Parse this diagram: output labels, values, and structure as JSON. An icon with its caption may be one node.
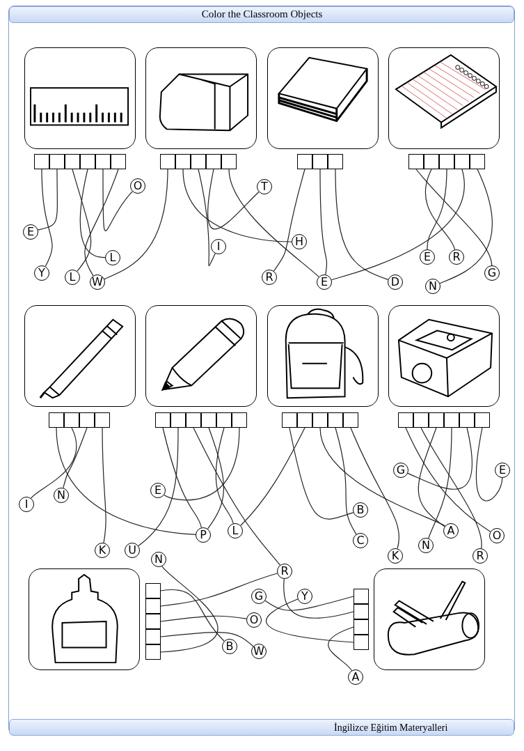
{
  "diagram": {
    "title": "Color the Classroom Objects",
    "nodes": [
      {
        "text": [],
        "shape": "picture"
      },
      {
        "text": [],
        "shape": "picture"
      },
      {
        "text": [],
        "shape": "picture"
      },
      {
        "text": [],
        "shape": "picture"
      },
      {
        "text": [],
        "shape": "box"
      },
      {
        "text": [],
        "shape": "box"
      },
      {
        "text": [],
        "shape": "box"
      },
      {
        "text": [],
        "shape": "box"
      },
      {
        "text": [],
        "shape": "box"
      },
      {
        "text": [],
        "shape": "box"
      },
      {
        "text": [],
        "shape": "box"
      },
      {
        "text": [],
        "shape": "box"
      },
      {
        "text": [],
        "shape": "box"
      },
      {
        "text": [],
        "shape": "box"
      },
      {
        "text": [],
        "shape": "box"
      },
      {
        "text": [],
        "shape": "box"
      },
      {
        "text": [],
        "shape": "box"
      },
      {
        "text": [],
        "shape": "box"
      },
      {
        "text": [],
        "shape": "box"
      },
      {
        "text": [],
        "shape": "box"
      },
      {
        "text": [],
        "shape": "box"
      },
      {
        "text": [],
        "shape": "box"
      },
      {
        "text": [],
        "shape": "box"
      },
      {
        "text": [
          "O"
        ]
      },
      {
        "text": [
          "E"
        ]
      },
      {
        "text": [
          "Y"
        ]
      },
      {
        "text": [
          "L"
        ]
      },
      {
        "text": [
          "L"
        ]
      },
      {
        "text": [
          "W"
        ]
      },
      {
        "text": [
          "T"
        ]
      },
      {
        "text": [
          "I"
        ]
      },
      {
        "text": [
          "H"
        ]
      },
      {
        "text": [
          "R"
        ]
      },
      {
        "text": [
          "E"
        ]
      },
      {
        "text": [
          "D"
        ]
      },
      {
        "text": [
          "E"
        ]
      },
      {
        "text": [
          "R"
        ]
      },
      {
        "text": [
          "G"
        ]
      },
      {
        "text": [
          "N"
        ]
      },
      {
        "text": [],
        "shape": "picture"
      },
      {
        "text": [],
        "shape": "picture"
      },
      {
        "text": [],
        "shape": "picture"
      },
      {
        "text": [],
        "shape": "picture"
      },
      {
        "text": [],
        "shape": "box"
      },
      {
        "text": [],
        "shape": "box"
      },
      {
        "text": [],
        "shape": "box"
      },
      {
        "text": [],
        "shape": "box"
      },
      {
        "text": [],
        "shape": "box"
      },
      {
        "text": [],
        "shape": "box"
      },
      {
        "text": [],
        "shape": "box"
      },
      {
        "text": [],
        "shape": "box"
      },
      {
        "text": [],
        "shape": "box"
      },
      {
        "text": [],
        "shape": "box"
      },
      {
        "text": [],
        "shape": "box"
      },
      {
        "text": [],
        "shape": "box"
      },
      {
        "text": [],
        "shape": "box"
      },
      {
        "text": [],
        "shape": "box"
      },
      {
        "text": [],
        "shape": "box"
      },
      {
        "text": [],
        "shape": "box"
      },
      {
        "text": [],
        "shape": "box"
      },
      {
        "text": [],
        "shape": "box"
      },
      {
        "text": [],
        "shape": "box"
      },
      {
        "text": [],
        "shape": "box"
      },
      {
        "text": [],
        "shape": "box"
      },
      {
        "text": [
          "I"
        ]
      },
      {
        "text": [
          "N"
        ]
      },
      {
        "text": [
          "E"
        ]
      },
      {
        "text": [
          "K"
        ]
      },
      {
        "text": [
          "U"
        ]
      },
      {
        "text": [
          "P"
        ]
      },
      {
        "text": [
          "L"
        ]
      },
      {
        "text": [
          "B"
        ]
      },
      {
        "text": [
          "C"
        ]
      },
      {
        "text": [
          "K"
        ]
      },
      {
        "text": [
          "G"
        ]
      },
      {
        "text": [
          "E"
        ]
      },
      {
        "text": [
          "A"
        ]
      },
      {
        "text": [
          "N"
        ]
      },
      {
        "text": [
          "O"
        ]
      },
      {
        "text": [
          "R"
        ]
      },
      {
        "text": [],
        "shape": "picture"
      },
      {
        "text": [],
        "shape": "picture"
      },
      {
        "text": [],
        "shape": "box"
      },
      {
        "text": [],
        "shape": "box"
      },
      {
        "text": [],
        "shape": "box"
      },
      {
        "text": [],
        "shape": "box"
      },
      {
        "text": [],
        "shape": "box"
      },
      {
        "text": [],
        "shape": "box"
      },
      {
        "text": [],
        "shape": "box"
      },
      {
        "text": [],
        "shape": "box"
      },
      {
        "text": [],
        "shape": "box"
      },
      {
        "text": [
          "N"
        ]
      },
      {
        "text": [
          "R"
        ]
      },
      {
        "text": [
          "G"
        ]
      },
      {
        "text": [
          "Y"
        ]
      },
      {
        "text": [
          "O"
        ]
      },
      {
        "text": [
          "B"
        ]
      },
      {
        "text": [
          "W"
        ]
      },
      {
        "text": [
          "A"
        ]
      }
    ],
    "edges": [
      {
        "from": 25,
        "to": 4,
        "arrow": "none"
      },
      {
        "from": 24,
        "to": 5,
        "arrow": "none"
      },
      {
        "from": 26,
        "to": 6,
        "arrow": "none"
      },
      {
        "from": 27,
        "to": 7,
        "arrow": "none"
      },
      {
        "from": 23,
        "to": 8,
        "arrow": "none"
      },
      {
        "from": 28,
        "to": 9,
        "arrow": "none"
      },
      {
        "from": 28,
        "to": 10,
        "arrow": "none"
      },
      {
        "from": 31,
        "to": 11,
        "arrow": "none"
      },
      {
        "from": 30,
        "to": 12,
        "arrow": "none"
      },
      {
        "from": 29,
        "to": 13,
        "arrow": "none"
      },
      {
        "from": 33,
        "to": 14,
        "arrow": "none"
      },
      {
        "from": 32,
        "to": 15,
        "arrow": "none"
      },
      {
        "from": 33,
        "to": 16,
        "arrow": "none"
      },
      {
        "from": 34,
        "to": 17,
        "arrow": "none"
      },
      {
        "from": 37,
        "to": 18,
        "arrow": "none"
      },
      {
        "from": 36,
        "to": 19,
        "arrow": "none"
      },
      {
        "from": 35,
        "to": 20,
        "arrow": "none"
      },
      {
        "from": 33,
        "to": 21,
        "arrow": "none"
      },
      {
        "from": 38,
        "to": 22,
        "arrow": "none"
      },
      {
        "from": 69,
        "to": 43,
        "arrow": "none"
      },
      {
        "from": 64,
        "to": 44,
        "arrow": "none"
      },
      {
        "from": 65,
        "to": 45,
        "arrow": "none"
      },
      {
        "from": 67,
        "to": 46,
        "arrow": "none"
      },
      {
        "from": 69,
        "to": 47,
        "arrow": "none"
      },
      {
        "from": 68,
        "to": 48,
        "arrow": "none"
      },
      {
        "from": 92,
        "to": 49,
        "arrow": "none"
      },
      {
        "from": 69,
        "to": 50,
        "arrow": "none"
      },
      {
        "from": 70,
        "to": 51,
        "arrow": "none"
      },
      {
        "from": 66,
        "to": 52,
        "arrow": "none"
      },
      {
        "from": 71,
        "to": 53,
        "arrow": "none"
      },
      {
        "from": 70,
        "to": 54,
        "arrow": "none"
      },
      {
        "from": 76,
        "to": 55,
        "arrow": "none"
      },
      {
        "from": 72,
        "to": 56,
        "arrow": "none"
      },
      {
        "from": 73,
        "to": 57,
        "arrow": "none"
      },
      {
        "from": 78,
        "to": 58,
        "arrow": "none"
      },
      {
        "from": 79,
        "to": 59,
        "arrow": "none"
      },
      {
        "from": 76,
        "to": 60,
        "arrow": "none"
      },
      {
        "from": 77,
        "to": 61,
        "arrow": "none"
      },
      {
        "from": 74,
        "to": 62,
        "arrow": "none"
      },
      {
        "from": 75,
        "to": 63,
        "arrow": "none"
      },
      {
        "from": 96,
        "to": 82,
        "arrow": "none"
      },
      {
        "from": 92,
        "to": 83,
        "arrow": "none"
      },
      {
        "from": 95,
        "to": 84,
        "arrow": "none"
      },
      {
        "from": 97,
        "to": 85,
        "arrow": "none"
      },
      {
        "from": 91,
        "to": 86,
        "arrow": "none"
      },
      {
        "from": 93,
        "to": 87,
        "arrow": "none"
      },
      {
        "from": 92,
        "to": 88,
        "arrow": "none"
      },
      {
        "from": 98,
        "to": 89,
        "arrow": "none"
      },
      {
        "from": 94,
        "to": 90,
        "arrow": "none"
      }
    ],
    "labels": [
      "İngilizce Eğitim Materyalleri"
    ]
  }
}
